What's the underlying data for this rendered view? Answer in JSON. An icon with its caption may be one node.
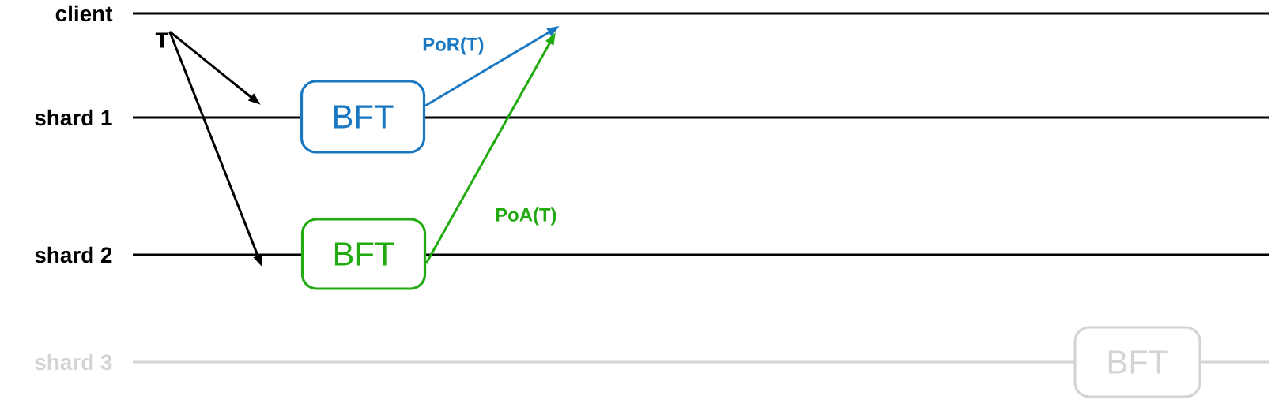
{
  "diagram": {
    "nodes": [
      {
        "text": [
          "T"
        ]
      },
      {
        "text": [
          "BFT"
        ]
      },
      {
        "text": [
          "BFT"
        ]
      },
      {
        "text": [
          "BFT"
        ]
      }
    ],
    "edges": [
      {
        "from": 0,
        "to": 1,
        "arrow": "to"
      },
      {
        "from": 0,
        "to": 2,
        "arrow": "to"
      },
      {
        "from": 1,
        "to": null,
        "arrow": "to",
        "label": "PoR(T)",
        "color": "#1a78c2"
      },
      {
        "from": 2,
        "to": null,
        "arrow": "to",
        "label": "PoA(T)",
        "color": "#22aa11"
      }
    ],
    "labels": [
      "client",
      "shard 1",
      "shard 2",
      "shard 3"
    ]
  }
}
